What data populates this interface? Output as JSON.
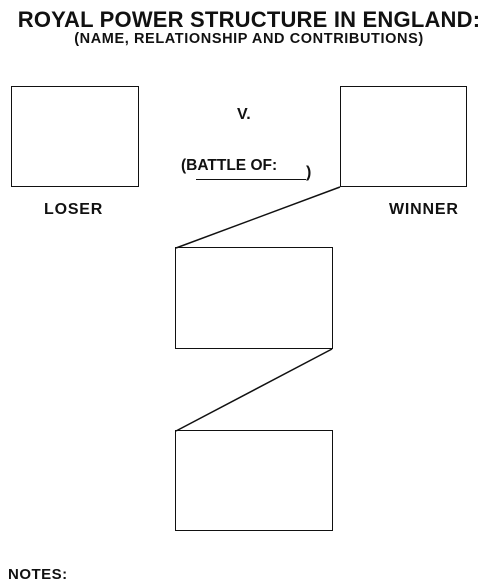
{
  "header": {
    "title": "ROYAL POWER STRUCTURE IN ENGLAND:",
    "subtitle": "(NAME, RELATIONSHIP AND CONTRIBUTIONS)"
  },
  "battle": {
    "versus": "V.",
    "label": "(BATTLE OF:",
    "close": ")"
  },
  "labels": {
    "loser": "LOSER",
    "winner": "WINNER"
  },
  "notes": {
    "label": "NOTES:"
  }
}
